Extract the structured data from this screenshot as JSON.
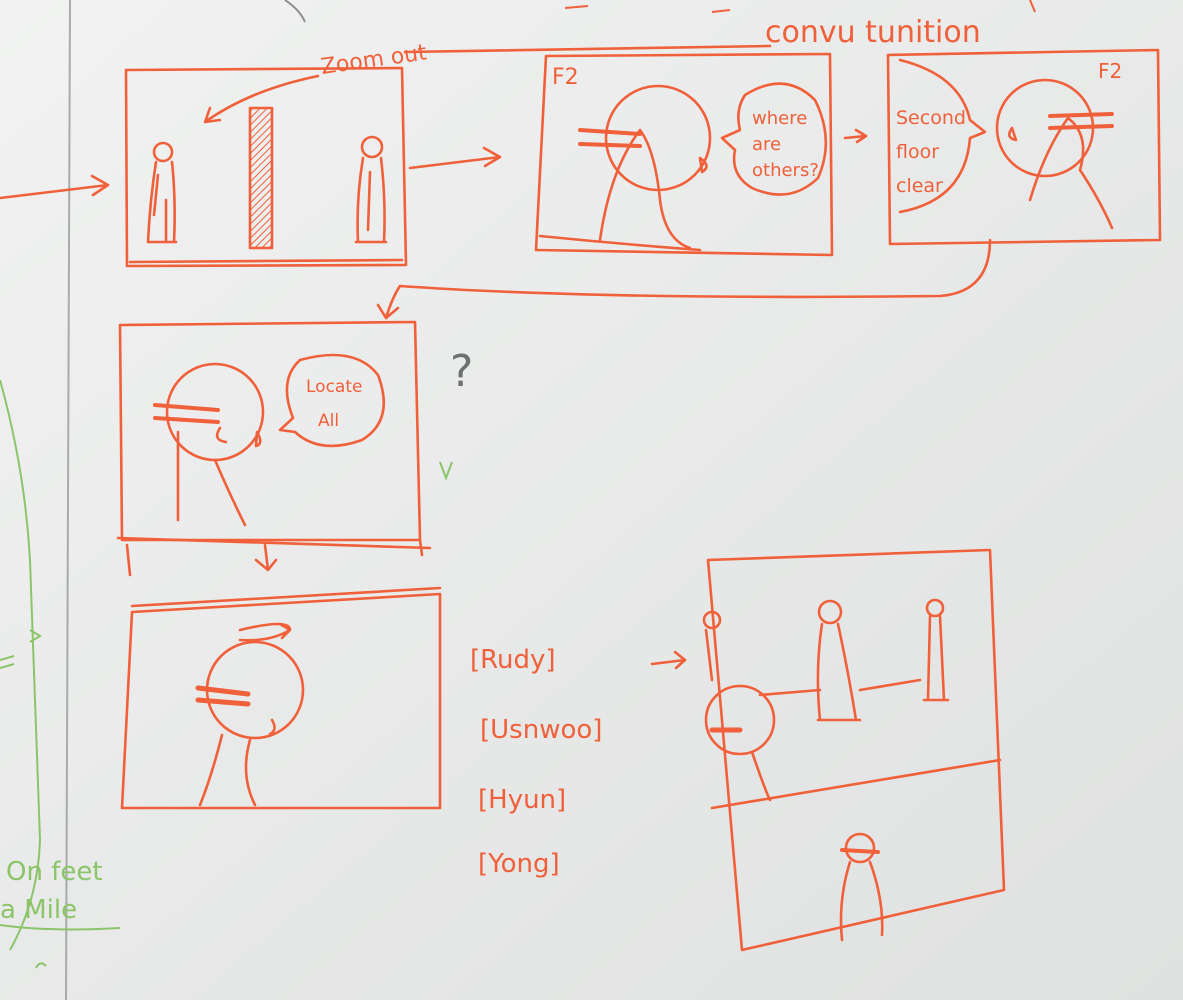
{
  "annotations": {
    "header_note": "convu tunition",
    "zoom_note": "Zoom out",
    "frame_label_1": "F2",
    "frame_label_2": "F2",
    "question_mark": "?"
  },
  "speech": {
    "bubble_1": [
      "where",
      "are",
      "others?"
    ],
    "bubble_2": [
      "Second",
      "floor",
      "clear"
    ],
    "bubble_3": [
      "Locate",
      "All"
    ]
  },
  "name_list": [
    "[Rudy]",
    "[Usnwoo]",
    "[Hyun]",
    "[Yong]"
  ],
  "margin_note": [
    "On feet",
    "a Mile"
  ],
  "colors": {
    "whiteboard": "#e9ebea",
    "ink_orange": "#f0603a",
    "ink_green": "#8cc46a",
    "ink_gray": "#9a9c9b"
  }
}
